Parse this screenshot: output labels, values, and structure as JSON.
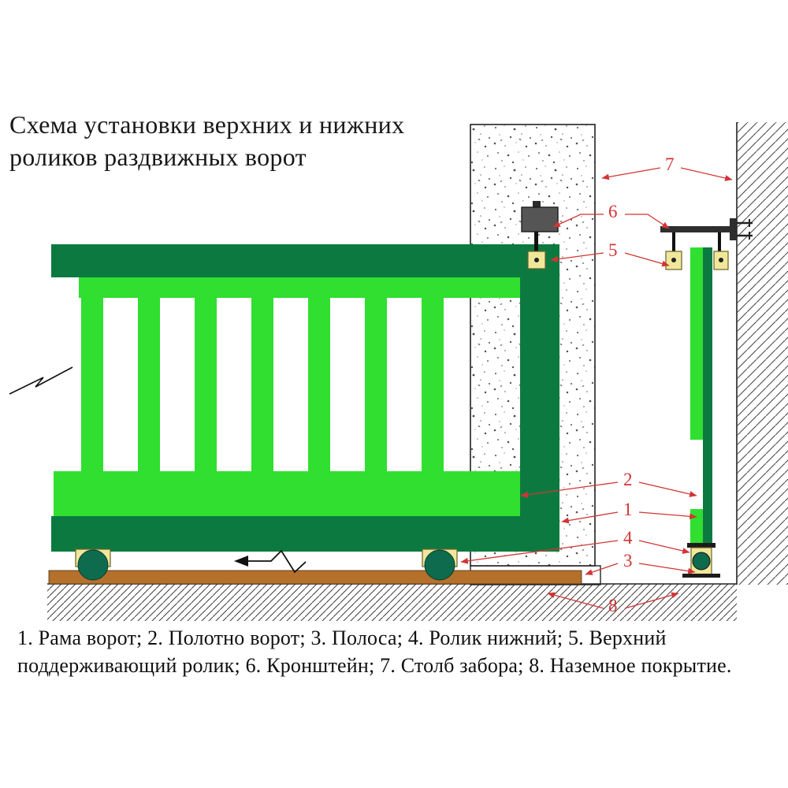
{
  "title": {
    "line1": "Схема установки верхних и нижних",
    "line2": "роликов раздвижных ворот"
  },
  "legend": {
    "line1": "1. Рама ворот; 2. Полотно ворот; 3. Полоса; 4. Ролик нижний; 5. Верхний",
    "line2": "поддерживающий ролик; 6. Кронштейн; 7. Столб забора; 8. Наземное покрытие."
  },
  "callouts": [
    {
      "num": "7",
      "label": "Столб забора"
    },
    {
      "num": "6",
      "label": "Кронштейн"
    },
    {
      "num": "5",
      "label": "Верхний поддерживающий ролик"
    },
    {
      "num": "2",
      "label": "Полотно ворот"
    },
    {
      "num": "1",
      "label": "Рама ворот"
    },
    {
      "num": "4",
      "label": "Ролик нижний"
    },
    {
      "num": "3",
      "label": "Полоса"
    },
    {
      "num": "8",
      "label": "Наземное покрытие"
    }
  ],
  "colors": {
    "green-dark": "#0c7a40",
    "green-bright": "#30df30",
    "green-wheel": "#0e6b4e",
    "brown-strip": "#b5702c",
    "yellow-roller": "#f0e79b",
    "callout-red": "#d23535",
    "ink": "#1a1a1a"
  }
}
